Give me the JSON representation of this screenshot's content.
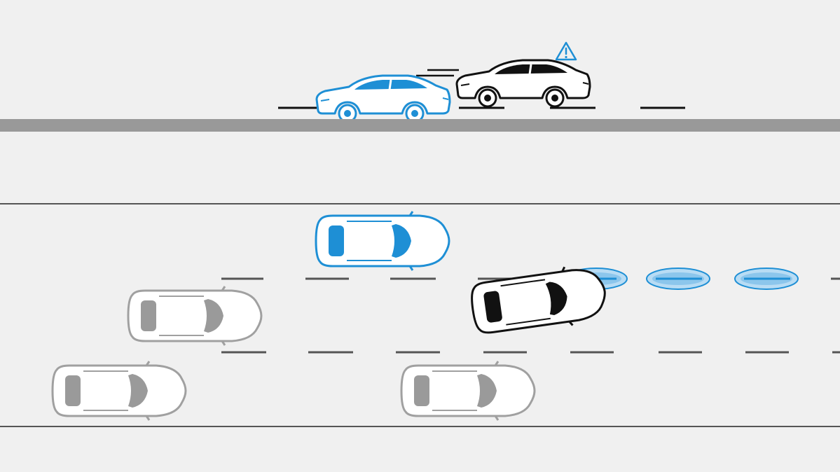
{
  "diagram": {
    "side_view": {
      "warning_icon": "warning-triangle-icon",
      "ego_car": {
        "view": "side",
        "role": "ego-vehicle"
      },
      "approaching_car": {
        "view": "side",
        "role": "approaching-vehicle",
        "motion": "speed-lines"
      }
    },
    "top_view": {
      "lanes": 3,
      "ego_car": {
        "view": "top",
        "lane": 1,
        "role": "ego-vehicle"
      },
      "merging_car": {
        "view": "top",
        "lane": 2,
        "role": "merging-vehicle",
        "heading": "toward-lane-1"
      },
      "traffic_cars": [
        {
          "lane": 2,
          "role": "traffic-vehicle"
        },
        {
          "lane": 3,
          "role": "traffic-vehicle"
        },
        {
          "lane": 3,
          "role": "traffic-vehicle"
        }
      ],
      "highlighted_lane_markers": 3
    }
  },
  "colors": {
    "background": "#f0f0f0",
    "accent_blue": "#1e8fd5",
    "light_blue": "#b8dcf4",
    "gray_car": "#a0a0a0",
    "gray_fill": "#9a9a9a",
    "divider": "#999999",
    "road_edge": "#555555",
    "lane_dash": "#555555",
    "black": "#111111"
  }
}
